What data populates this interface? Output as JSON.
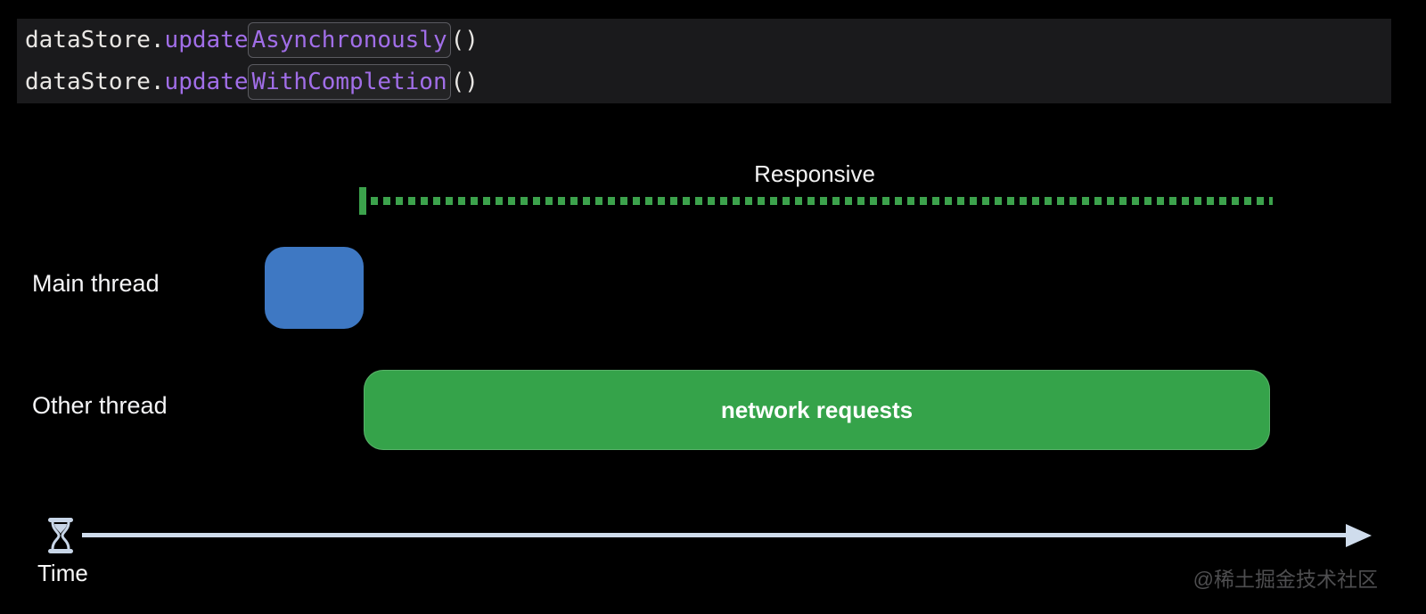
{
  "colors": {
    "background": "#000000",
    "code_bg": "#1a1a1c",
    "code_white": "#e8e6e3",
    "code_purple": "#a16ee8",
    "token_border": "#5a5a60",
    "green": "#35a34a",
    "green_dots": "#3ca24c",
    "blue": "#3e78c3",
    "axis": "#cfdcec",
    "watermark": "#4e4e50"
  },
  "code": {
    "lines": [
      {
        "object": "dataStore.",
        "method_prefix": "update",
        "token": "Asynchronously",
        "suffix": "()"
      },
      {
        "object": "dataStore.",
        "method_prefix": "update",
        "token": "WithCompletion",
        "suffix": "()"
      }
    ]
  },
  "timeline": {
    "responsive_label": "Responsive",
    "main_thread_label": "Main thread",
    "other_thread_label": "Other thread",
    "network_bar_label": "network requests",
    "time_label": "Time"
  },
  "watermark_text": "@稀土掘金技术社区"
}
